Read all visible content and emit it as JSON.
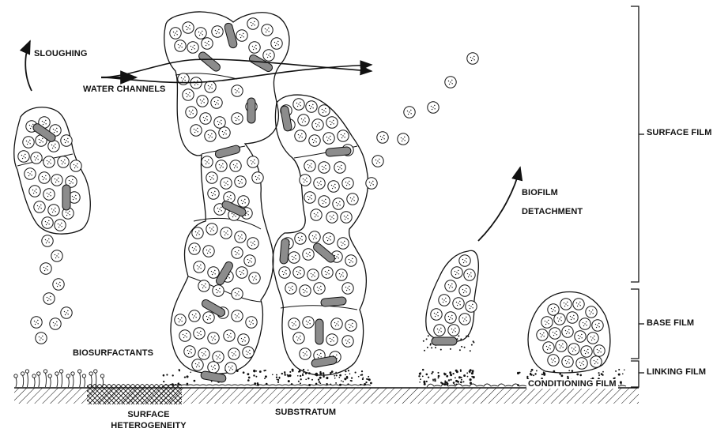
{
  "labels": {
    "sloughing": "SLOUGHING",
    "water_channels": "WATER CHANNELS",
    "biosurfactants": "BIOSURFACTANTS",
    "surface_heterogeneity_line1": "SURFACE",
    "surface_heterogeneity_line2": "HETEROGENEITY",
    "substratum": "SUBSTRATUM",
    "biofilm_detachment_line1": "BIOFILM",
    "biofilm_detachment_line2": "DETACHMENT",
    "conditioning_film": "CONDITIONING FILM",
    "surface_film": "SURFACE FILM",
    "base_film": "BASE FILM",
    "linking_film": "LINKING FILM"
  },
  "colors": {
    "ink": "#111111",
    "rod_fill": "#8c8c8c",
    "background": "#ffffff"
  }
}
